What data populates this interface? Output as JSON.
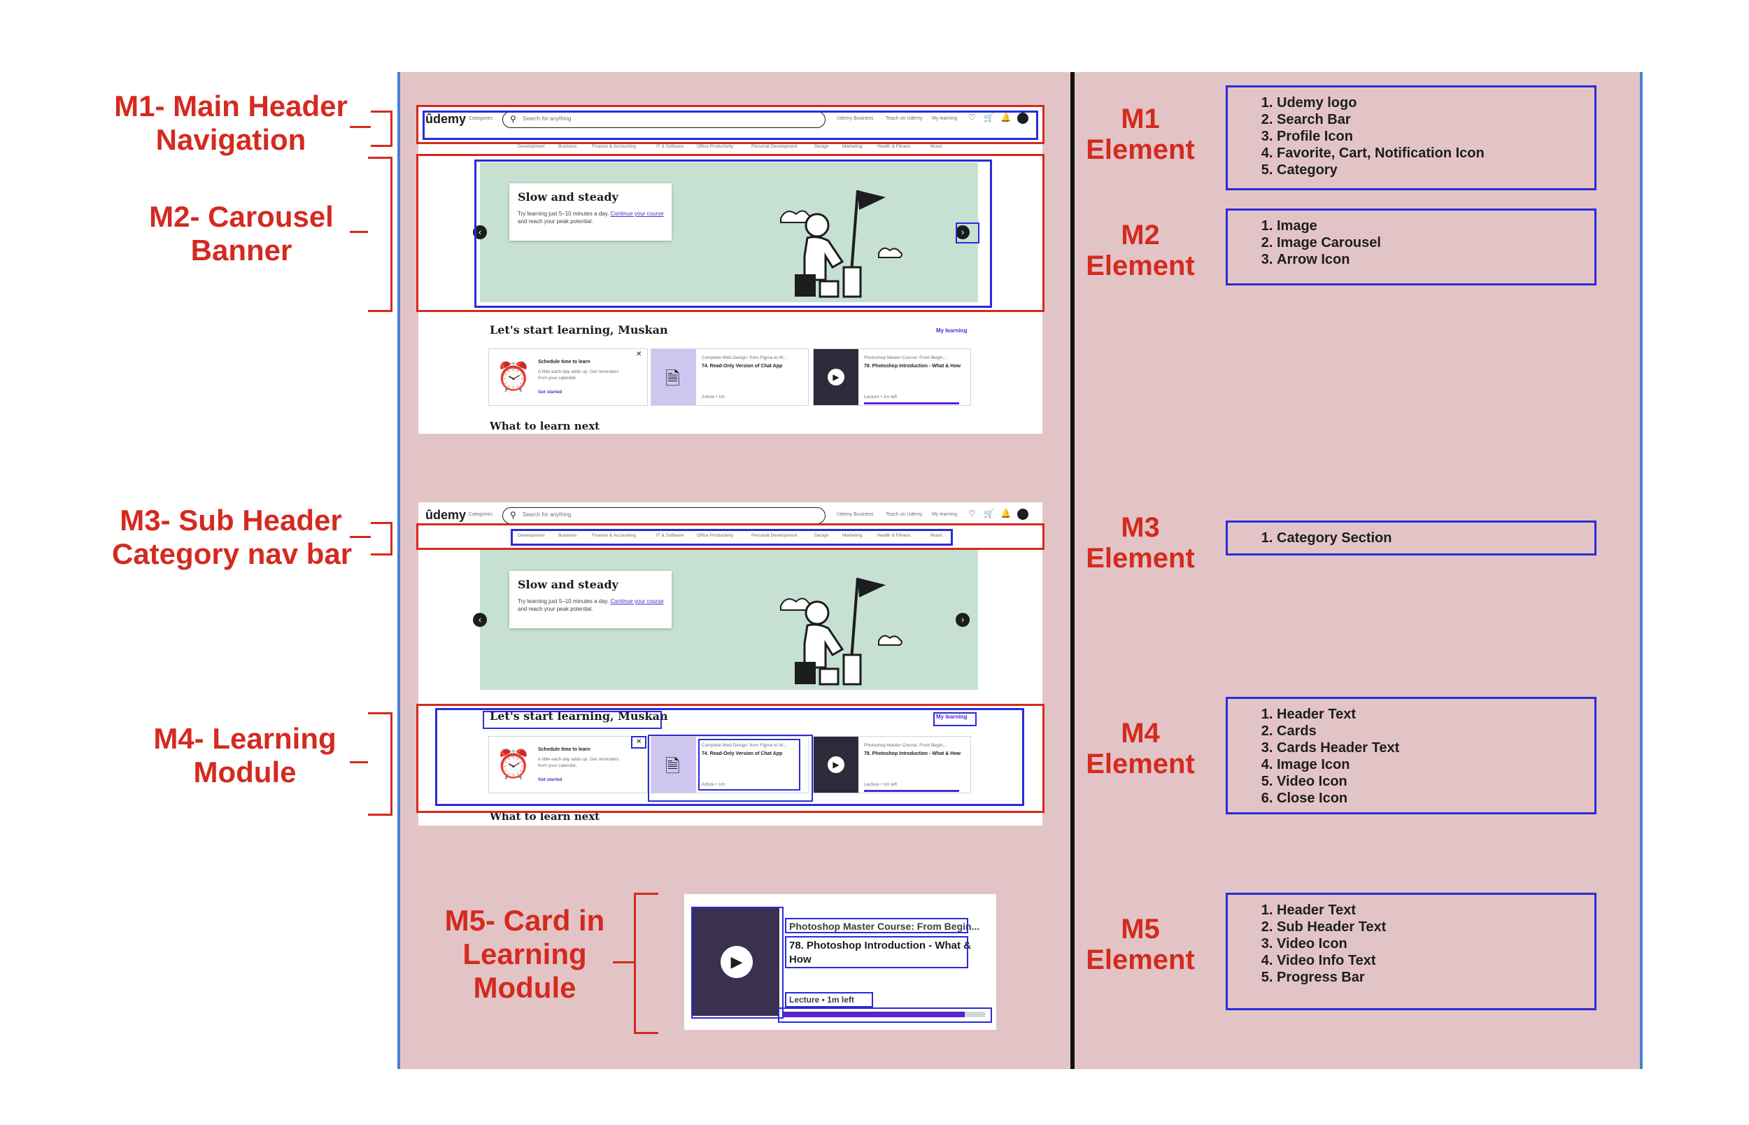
{
  "modules": {
    "m1": {
      "label_line1": "M1- Main Header",
      "label_line2": "Navigation"
    },
    "m2": {
      "label_line1": "M2- Carousel",
      "label_line2": "Banner"
    },
    "m3": {
      "label_line1": "M3- Sub Header",
      "label_line2": "Category nav bar"
    },
    "m4": {
      "label_line1": "M4- Learning",
      "label_line2": "Module"
    },
    "m5": {
      "label_line1": "M5- Card  in",
      "label_line2": "Learning",
      "label_line3": "Module"
    }
  },
  "elements": {
    "m1": {
      "label_line1": "M1",
      "label_line2": "Element",
      "items": [
        "Udemy logo",
        "Search Bar",
        "Profile Icon",
        "Favorite, Cart, Notification Icon",
        "Category"
      ]
    },
    "m2": {
      "label_line1": "M2",
      "label_line2": "Element",
      "items": [
        "Image",
        "Image Carousel",
        "Arrow Icon"
      ]
    },
    "m3": {
      "label_line1": "M3",
      "label_line2": "Element",
      "items": [
        "Category Section"
      ]
    },
    "m4": {
      "label_line1": "M4",
      "label_line2": "Element",
      "items": [
        "Header Text",
        "Cards",
        "Cards Header Text",
        "Image Icon",
        "Video Icon",
        "Close Icon"
      ]
    },
    "m5": {
      "label_line1": "M5",
      "label_line2": "Element",
      "items": [
        "Header Text",
        "Sub Header Text",
        "Video Icon",
        "Video Info Text",
        "Progress Bar"
      ]
    }
  },
  "udemy": {
    "logo": "ûdemy",
    "categories": "Categories",
    "search_placeholder": "Search for anything",
    "business": "Udemy Business",
    "teach": "Teach on Udemy",
    "my_learning": "My learning",
    "nav": [
      "Development",
      "Business",
      "Finance & Accounting",
      "IT & Software",
      "Office Productivity",
      "Personal Development",
      "Design",
      "Marketing",
      "Health & Fitness",
      "Music"
    ],
    "banner": {
      "title": "Slow and steady",
      "body_prefix": "Try learning just 5–10 minutes a day. ",
      "body_link": "Continue your course",
      "body_suffix": " and reach your peak potential."
    },
    "learning": {
      "title": "Let's start learning, Muskan",
      "link": "My learning",
      "card1": {
        "title": "Schedule time to learn",
        "body": "A little each day adds up. Get reminders from your calendar.",
        "cta": "Get started"
      },
      "card2": {
        "course": "Complete Web Design: from Figma to W...",
        "title": "74. Read-Only Version of Chat App",
        "meta": "Article • 1m"
      },
      "card3": {
        "course": "Photoshop Master Course: From Begin...",
        "title": "78. Photoshop Introduction - What & How",
        "meta": "Lecture • 1m left"
      }
    },
    "what_next": "What to learn next",
    "m5card": {
      "course": "Photoshop Master Course: From Begin...",
      "title": "78. Photoshop Introduction - What & How",
      "meta": "Lecture • 1m left",
      "progress": 0.9
    }
  },
  "icons": {
    "search": "search-icon",
    "heart": "heart-icon",
    "cart": "cart-icon",
    "bell": "bell-icon",
    "play": "play-icon",
    "close": "close-icon",
    "chevron_left": "chevron-left-icon",
    "chevron_right": "chevron-right-icon",
    "doc": "document-icon",
    "clock": "alarm-clock-icon"
  },
  "colors": {
    "label_red": "#d42a1f",
    "outline_blue": "#2b2bd8",
    "panel": "#e3c4c6",
    "udemy_purple": "#5624d0",
    "banner_green": "#c6e0d2"
  }
}
